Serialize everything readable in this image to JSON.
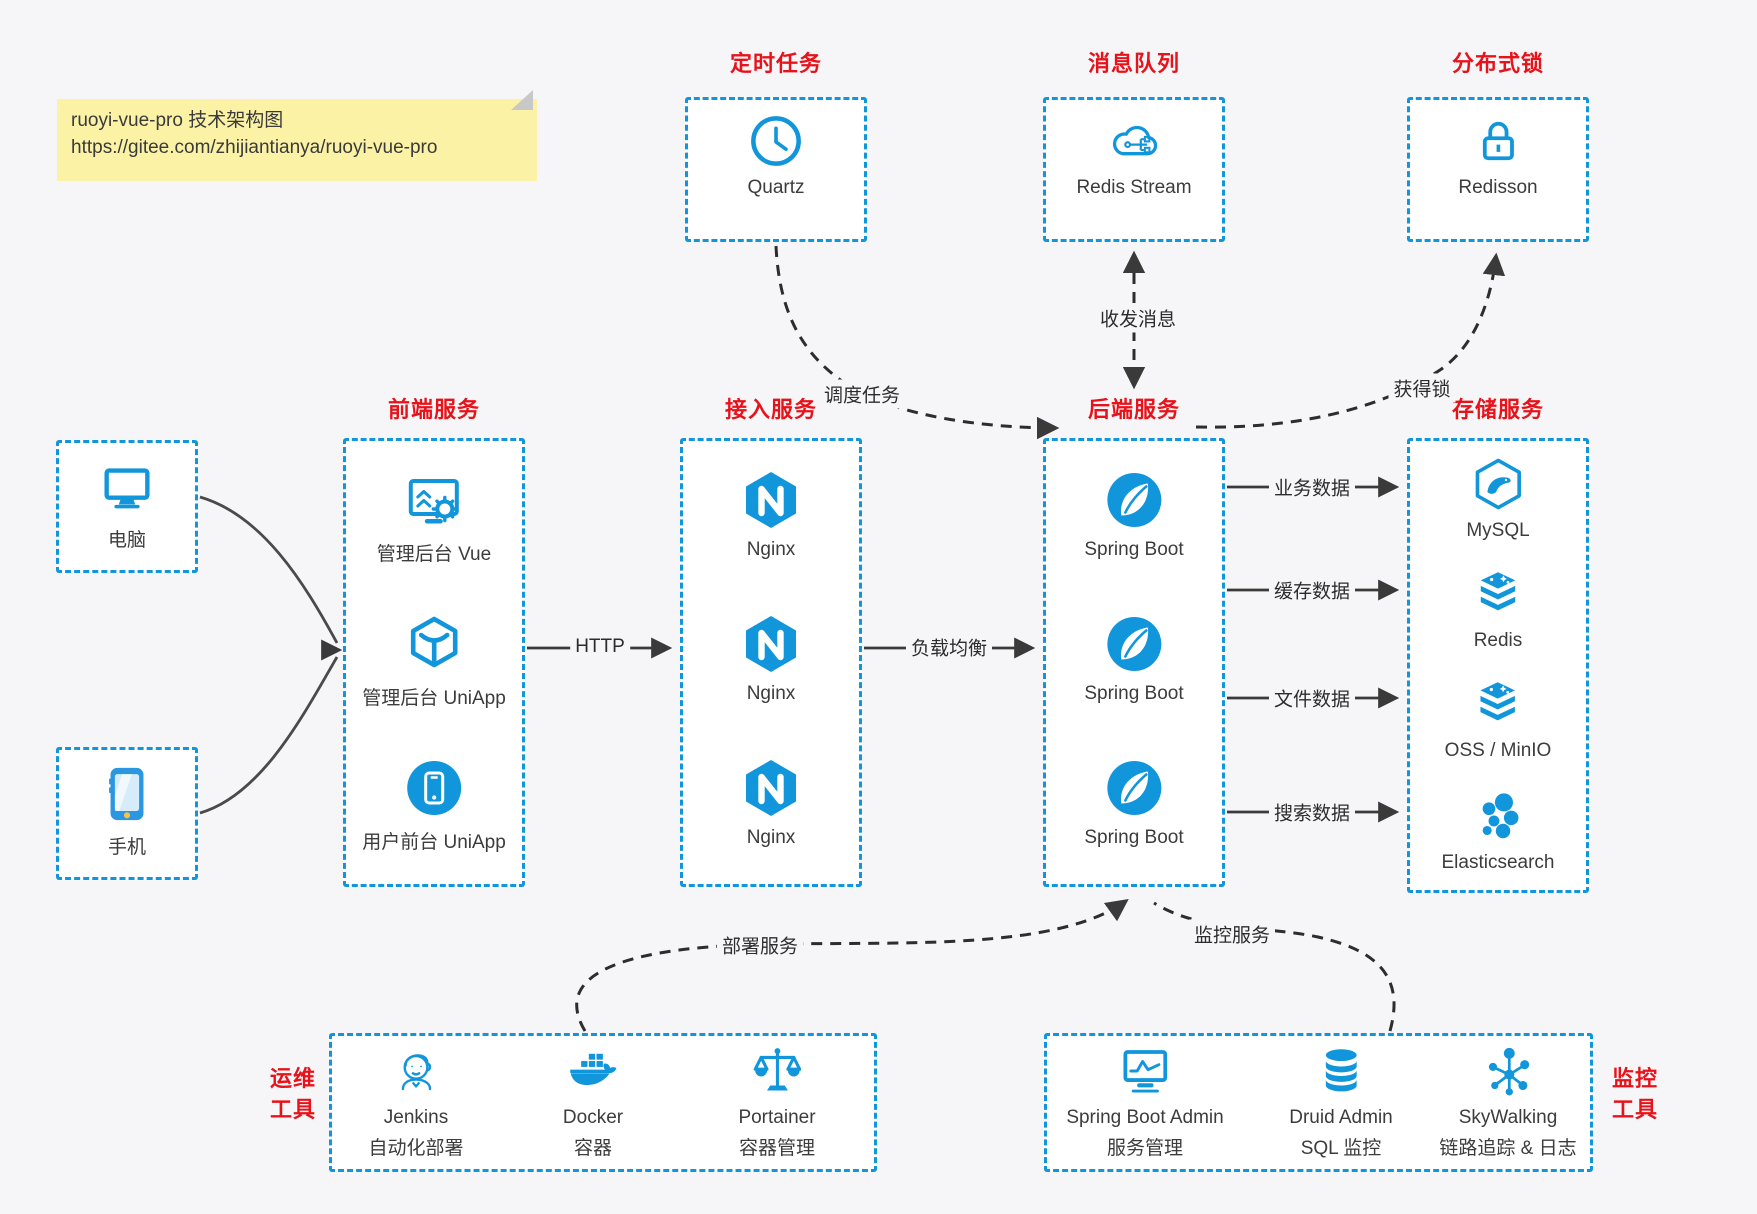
{
  "note": {
    "line1": "ruoyi-vue-pro 技术架构图",
    "line2": "https://gitee.com/zhijiantianya/ruoyi-vue-pro"
  },
  "colors": {
    "accent_blue": "#1296db",
    "title_red": "#e8131a",
    "arrow_dark": "#3a3a3a",
    "note_bg": "#fbf2a6",
    "page_bg": "#f6f6f8"
  },
  "top_groups": [
    {
      "title": "定时任务",
      "item": {
        "label": "Quartz",
        "icon": "clock-icon"
      }
    },
    {
      "title": "消息队列",
      "item": {
        "label": "Redis Stream",
        "icon": "cloud-queue-icon"
      }
    },
    {
      "title": "分布式锁",
      "item": {
        "label": "Redisson",
        "icon": "lock-icon"
      }
    }
  ],
  "devices": [
    {
      "label": "电脑",
      "icon": "desktop-icon"
    },
    {
      "label": "手机",
      "icon": "phone-icon"
    }
  ],
  "columns": {
    "frontend": {
      "title": "前端服务",
      "items": [
        {
          "label": "管理后台 Vue",
          "icon": "admin-vue-icon"
        },
        {
          "label": "管理后台 UniApp",
          "icon": "uniapp-cube-icon"
        },
        {
          "label": "用户前台 UniApp",
          "icon": "user-app-icon"
        }
      ]
    },
    "gateway": {
      "title": "接入服务",
      "items": [
        {
          "label": "Nginx",
          "icon": "nginx-icon"
        },
        {
          "label": "Nginx",
          "icon": "nginx-icon"
        },
        {
          "label": "Nginx",
          "icon": "nginx-icon"
        }
      ]
    },
    "backend": {
      "title": "后端服务",
      "items": [
        {
          "label": "Spring Boot",
          "icon": "spring-boot-icon"
        },
        {
          "label": "Spring Boot",
          "icon": "spring-boot-icon"
        },
        {
          "label": "Spring Boot",
          "icon": "spring-boot-icon"
        }
      ]
    },
    "storage": {
      "title": "存储服务",
      "items": [
        {
          "label": "MySQL",
          "icon": "mysql-icon"
        },
        {
          "label": "Redis",
          "icon": "redis-stack-icon"
        },
        {
          "label": "OSS / MinIO",
          "icon": "oss-stack-icon"
        },
        {
          "label": "Elasticsearch",
          "icon": "elasticsearch-icon"
        }
      ]
    }
  },
  "bottom_groups": [
    {
      "title_line1": "运维",
      "title_line2": "工具",
      "items": [
        {
          "label": "Jenkins",
          "sublabel": "自动化部署",
          "icon": "jenkins-icon"
        },
        {
          "label": "Docker",
          "sublabel": "容器",
          "icon": "docker-icon"
        },
        {
          "label": "Portainer",
          "sublabel": "容器管理",
          "icon": "portainer-icon"
        }
      ]
    },
    {
      "title_line1": "监控",
      "title_line2": "工具",
      "items": [
        {
          "label": "Spring Boot Admin",
          "sublabel": "服务管理",
          "icon": "springboot-admin-icon"
        },
        {
          "label": "Druid Admin",
          "sublabel": "SQL 监控",
          "icon": "druid-icon"
        },
        {
          "label": "SkyWalking",
          "sublabel": "链路追踪 & 日志",
          "icon": "skywalking-icon"
        }
      ]
    }
  ],
  "edge_labels": {
    "http": "HTTP",
    "load_balance": "负载均衡",
    "schedule": "调度任务",
    "message": "收发消息",
    "lock": "获得锁",
    "business_data": "业务数据",
    "cache_data": "缓存数据",
    "file_data": "文件数据",
    "search_data": "搜索数据",
    "deploy": "部署服务",
    "monitor": "监控服务"
  }
}
